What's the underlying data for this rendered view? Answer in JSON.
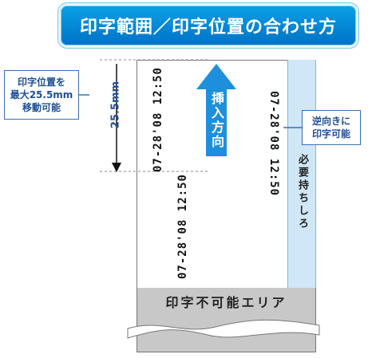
{
  "title": "印字範囲／印字位置の合わせ方",
  "left_callout": {
    "line1": "印字位置を",
    "line2": "最大25.5mm",
    "line3": "移動可能"
  },
  "dimension_label": "25.5mm",
  "timestamp_text": "07-28'08 12:50",
  "direction_label": "挿入方向",
  "right_callout": {
    "line1": "逆向きに",
    "line2": "印字可能"
  },
  "margin_label": "必要持ちしろ",
  "nonprint_label": "印字不可能エリア",
  "colors": {
    "title_blue": "#0a8fd8",
    "arrow_blue": "#1e8fdc",
    "strip_blue": "#cfe7f7",
    "callout_text": "#1f4f96",
    "nonprint_gray": "#c8c8c8"
  }
}
